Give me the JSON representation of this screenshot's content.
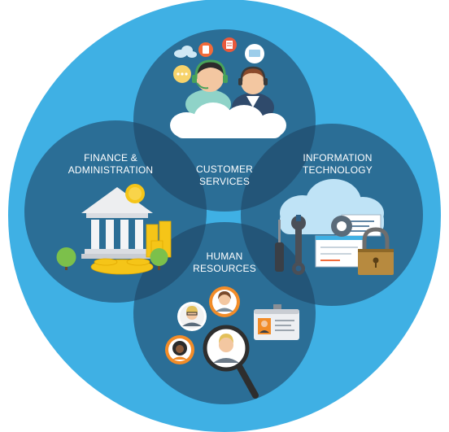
{
  "sections": {
    "customer_services": {
      "line1": "CUSTOMER",
      "line2": "SERVICES"
    },
    "finance_administration": {
      "line1": "FINANCE &",
      "line2": "ADMINISTRATION"
    },
    "information_technology": {
      "line1": "INFORMATION",
      "line2": "TECHNOLOGY"
    },
    "human_resources": {
      "line1": "HUMAN",
      "line2": "RESOURCES"
    }
  },
  "colors": {
    "outer_circle": "#3FB0E4",
    "inner_circle": "#2E5F86",
    "cloud": "#FFFFFF",
    "coin_gold": "#F5C518",
    "tree_green": "#7CC04B",
    "lock_gray": "#6E6E6E"
  },
  "icons": [
    "headset-agent-icon",
    "cloud-icon",
    "chat-bubble-icon",
    "bank-building-icon",
    "gold-coins-icon",
    "tree-icon",
    "server-cloud-icon",
    "screwdriver-icon",
    "wrench-icon",
    "gear-icon",
    "padlock-icon",
    "person-avatar-icon",
    "magnifier-icon",
    "id-card-icon"
  ]
}
